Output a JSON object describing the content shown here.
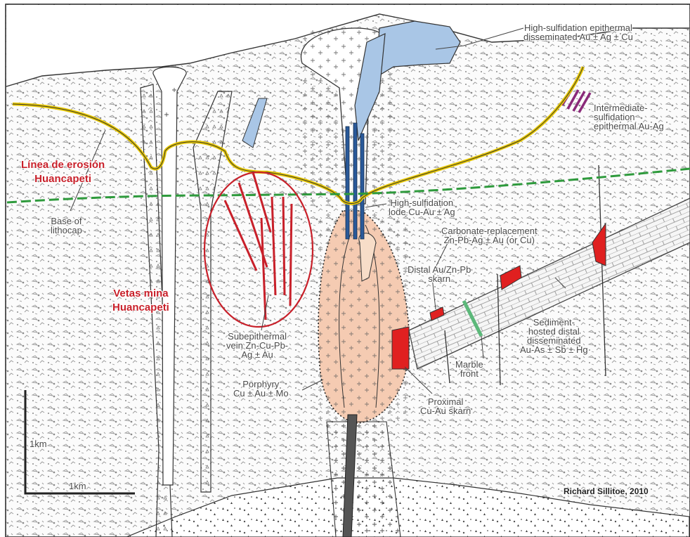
{
  "labels": {
    "high_sulf_epithermal": "High-sulfidation epithermal\ndisseminated Au ± Ag ± Cu",
    "intermediate_sulf": "Intermediate-\nsulfidation\nepithermal Au-Ag",
    "erosion_line": "Línea de erosión\nHuancapeti",
    "base_lithocap": "Base of\nlithocap",
    "high_sulf_lode": "High-sulfidation\nlode Cu-Au ± Ag",
    "carbonate_replacement": "Carbonate-replacement\nZn-Pb-Ag ± Au (or Cu)",
    "distal_skarn": "Distal Au/Zn-Pb\nskarn",
    "vetas": "Vetas mina\nHuancapeti",
    "subepithermal": "Subepithermal\nvein Zn-Cu-Pb-\nAg ± Au",
    "sediment_hosted": "Sediment-\nhosted distal\ndisseminated\nAu-As ± Sb ± Hg",
    "marble_front": "Marble\nfront",
    "porphyry": "Porphyry\nCu ± Au ± Mo",
    "proximal_skarn": "Proximal\nCu-Au skarn",
    "scale_vertical": "1km",
    "scale_horizontal": "1km",
    "credit": "Richard Sillitoe, 2010"
  },
  "colors": {
    "erosion_line": "#e8c800",
    "base_lithocap": "#2e9a3c",
    "advanced_argillic": "#a9c6e6",
    "porphyry_zone": "#f5cbb2",
    "skarn": "#e02020",
    "vein_red": "#c8202a",
    "marble_front": "#5cb87a",
    "inter_sulf_veins": "#8a2a7a",
    "lode": "#2a5a9a",
    "annotation_red": "#c8202a"
  }
}
